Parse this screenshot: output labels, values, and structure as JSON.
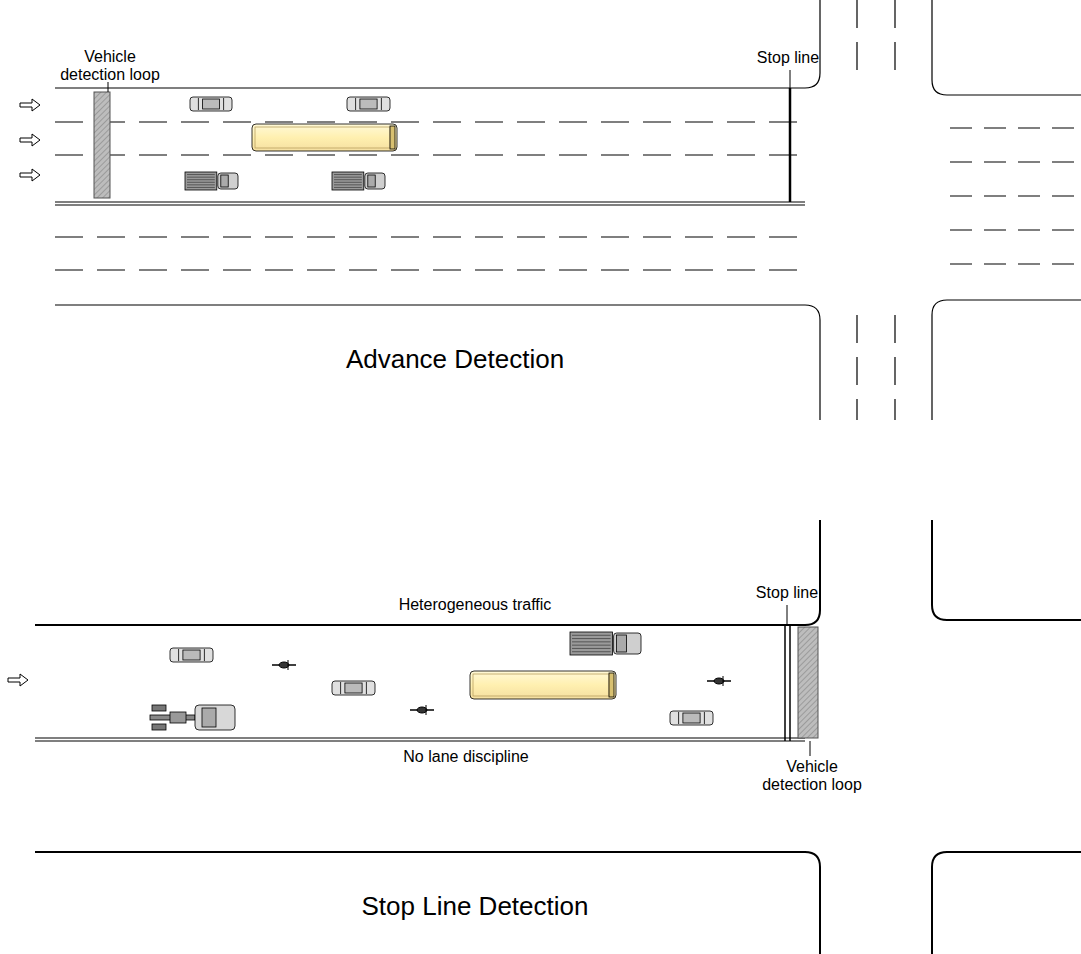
{
  "diagram": {
    "labels": [
      "Vehicle detection loop",
      "Stop line",
      "Advance Detection",
      "Heterogeneous traffic",
      "Stop line",
      "No lane discipline",
      "Vehicle detection loop",
      "Stop Line Detection"
    ]
  }
}
